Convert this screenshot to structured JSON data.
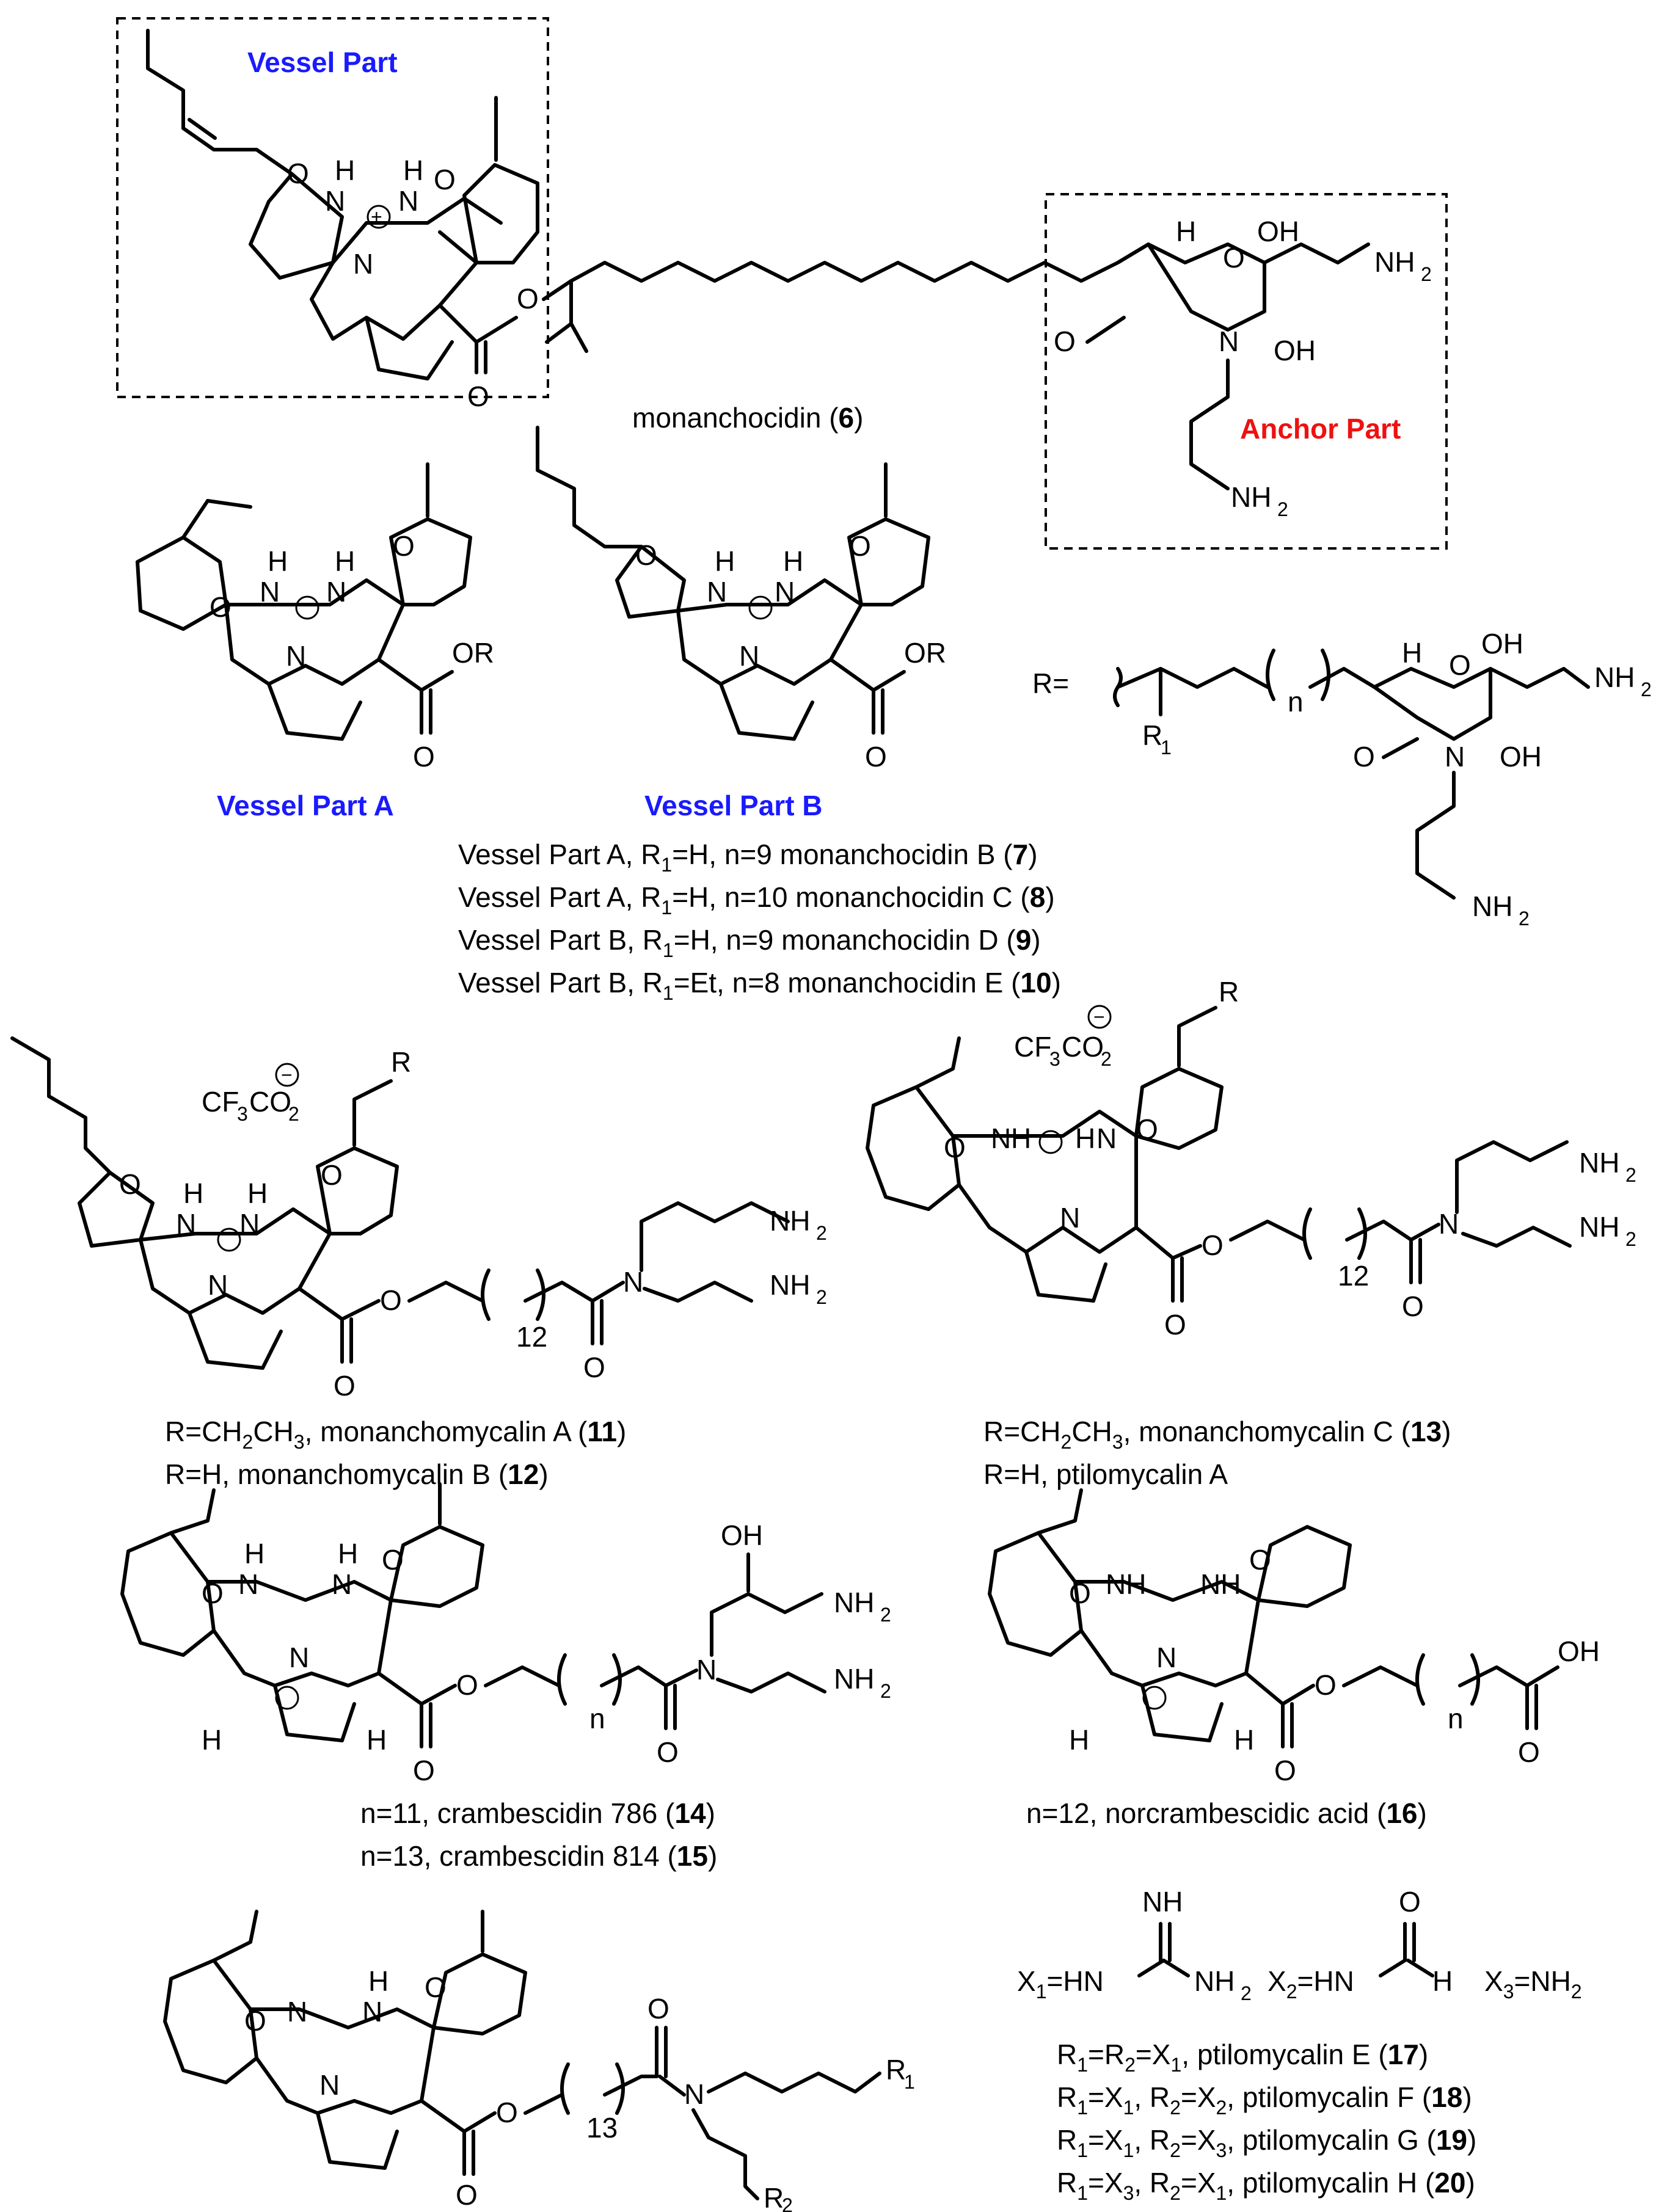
{
  "labels": {
    "vessel_part": "Vessel Part",
    "anchor_part": "Anchor Part",
    "vessel_part_a": "Vessel Part A",
    "vessel_part_b": "Vessel Part B",
    "r_equals": "R="
  },
  "compound_6": {
    "name": "monanchocidin (",
    "num": "6",
    "close": ")"
  },
  "vessel_table": [
    {
      "pre": "Vessel Part A, R",
      "sub": "1",
      "mid": "=H, n=9   monanchocidin B (",
      "num": "7",
      "close": ")"
    },
    {
      "pre": "Vessel Part A, R",
      "sub": "1",
      "mid": "=H, n=10 monanchocidin C (",
      "num": "8",
      "close": ")"
    },
    {
      "pre": "Vessel Part B, R",
      "sub": "1",
      "mid": "=H, n=9   monanchocidin D (",
      "num": "9",
      "close": ")"
    },
    {
      "pre": "Vessel Part B, R",
      "sub": "1",
      "mid": "=Et, n=8   monanchocidin E (",
      "num": "10",
      "close": ")"
    }
  ],
  "monanchomycalin_ab": [
    {
      "pre": "R=CH",
      "s1": "2",
      "mid": "CH",
      "s2": "3",
      "post": ", monanchomycalin A (",
      "num": "11",
      "close": ")"
    },
    {
      "pre": "R=H, monanchomycalin B (",
      "num": "12",
      "close": ")"
    }
  ],
  "monanchomycalin_c": [
    {
      "pre": "R=CH",
      "s1": "2",
      "mid": "CH",
      "s2": "3",
      "post": ", monanchomycalin C (",
      "num": "13",
      "close": ")"
    },
    {
      "pre": "R=H, ptilomycalin A"
    }
  ],
  "crambescidins": [
    {
      "pre": "n=11, crambescidin 786 (",
      "num": "14",
      "close": ")"
    },
    {
      "pre": "n=13, crambescidin 814 (",
      "num": "15",
      "close": ")"
    }
  ],
  "norcrambescidic": {
    "pre": "n=12, norcrambescidic acid (",
    "num": "16",
    "close": ")"
  },
  "x_definitions": {
    "x1": "X",
    "x1_sub": "1",
    "x1_tail": "=HN",
    "x2": "X",
    "x2_sub": "2",
    "x2_tail": "=HN",
    "x3": "X",
    "x3_sub": "3",
    "x3_tail": "=NH",
    "x3_tail_sub": "2"
  },
  "ptilomycalins": [
    {
      "a": "R",
      "as": "1",
      "b": "=R",
      "bs": "2",
      "c": "=X",
      "cs": "1",
      "post": ", ptilomycalin E (",
      "num": "17",
      "close": ")"
    },
    {
      "a": "R",
      "as": "1",
      "b": "=X",
      "bs": "1",
      "c": ", R",
      "cs": "2",
      "d": "=X",
      "ds": "2",
      "post": ", ptilomycalin F (",
      "num": "18",
      "close": ")"
    },
    {
      "a": "R",
      "as": "1",
      "b": "=X",
      "bs": "1",
      "c": ", R",
      "cs": "2",
      "d": "=X",
      "ds": "3",
      "post": ", ptilomycalin G (",
      "num": "19",
      "close": ")"
    },
    {
      "a": "R",
      "as": "1",
      "b": "=X",
      "bs": "3",
      "c": ", R",
      "cs": "2",
      "d": "=X",
      "ds": "1",
      "post": ", ptilomycalin H (",
      "num": "20",
      "close": ")"
    }
  ],
  "atoms": {
    "N": "N",
    "O": "O",
    "H": "H",
    "NH": "NH",
    "HN": "HN",
    "OH": "OH",
    "NH2": "NH",
    "two": "2",
    "R": "R",
    "R1": "R",
    "one": "1",
    "R2": "R",
    "n": "n",
    "twelve": "12",
    "thirteen": "13",
    "OR": "OR",
    "cf3co2": "CF",
    "three": "3",
    "co": "CO",
    "plus": "+",
    "minus": "−"
  }
}
